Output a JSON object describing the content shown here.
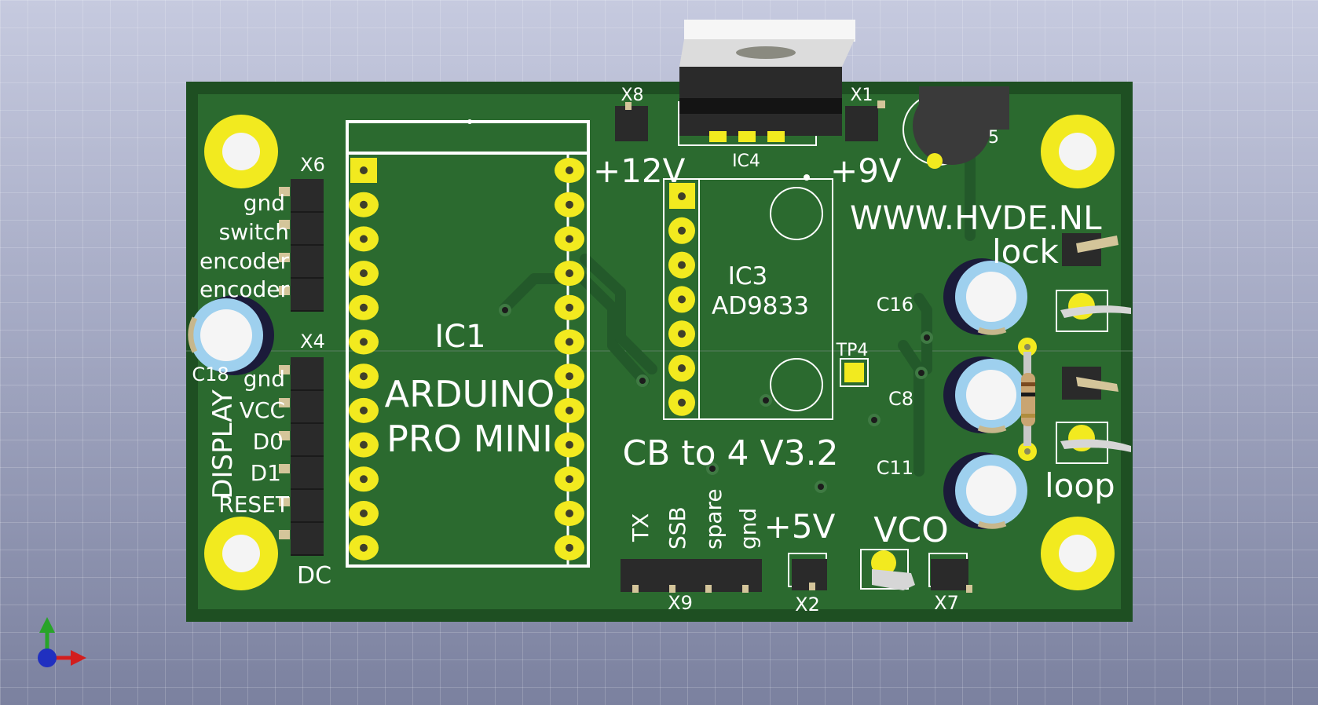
{
  "board": {
    "version": "CB to 4 V3.2",
    "website": "WWW.HVDE.NL",
    "module_text": [
      "ARDUINO",
      "PRO MINI"
    ],
    "colors": {
      "pcb": "#2b6a2f",
      "edge": "#1e4f22",
      "silk": "#ffffff",
      "pad": "#f2ea1f",
      "track": "#23592a"
    }
  },
  "labels": {
    "ic1": "IC1",
    "ic3": "IC3",
    "ad9833": "AD9833",
    "ic4": "IC4",
    "x1": "X1",
    "x2": "X2",
    "x4": "X4",
    "x6": "X6",
    "x7": "X7",
    "x8": "X8",
    "x9": "X9",
    "v12": "+12V",
    "v9": "+9V",
    "v5": "+5V",
    "c8": "C8",
    "c11": "C11",
    "c16": "C16",
    "c18": "C18",
    "tp4": "TP4",
    "lock": "lock",
    "loop": "loop",
    "vco": "VCO",
    "display": "DISPLAY",
    "dc": "DC",
    "c5_partial": "5"
  },
  "x6_pins": [
    "gnd",
    "switch",
    "encoder",
    "encoder"
  ],
  "x4_pins": [
    "gnd",
    "VCC",
    "D0",
    "D1",
    "RESET"
  ],
  "x9_pins": [
    "TX",
    "SSB",
    "spare",
    "gnd"
  ],
  "axis_icon": "xyz-axis-icon"
}
